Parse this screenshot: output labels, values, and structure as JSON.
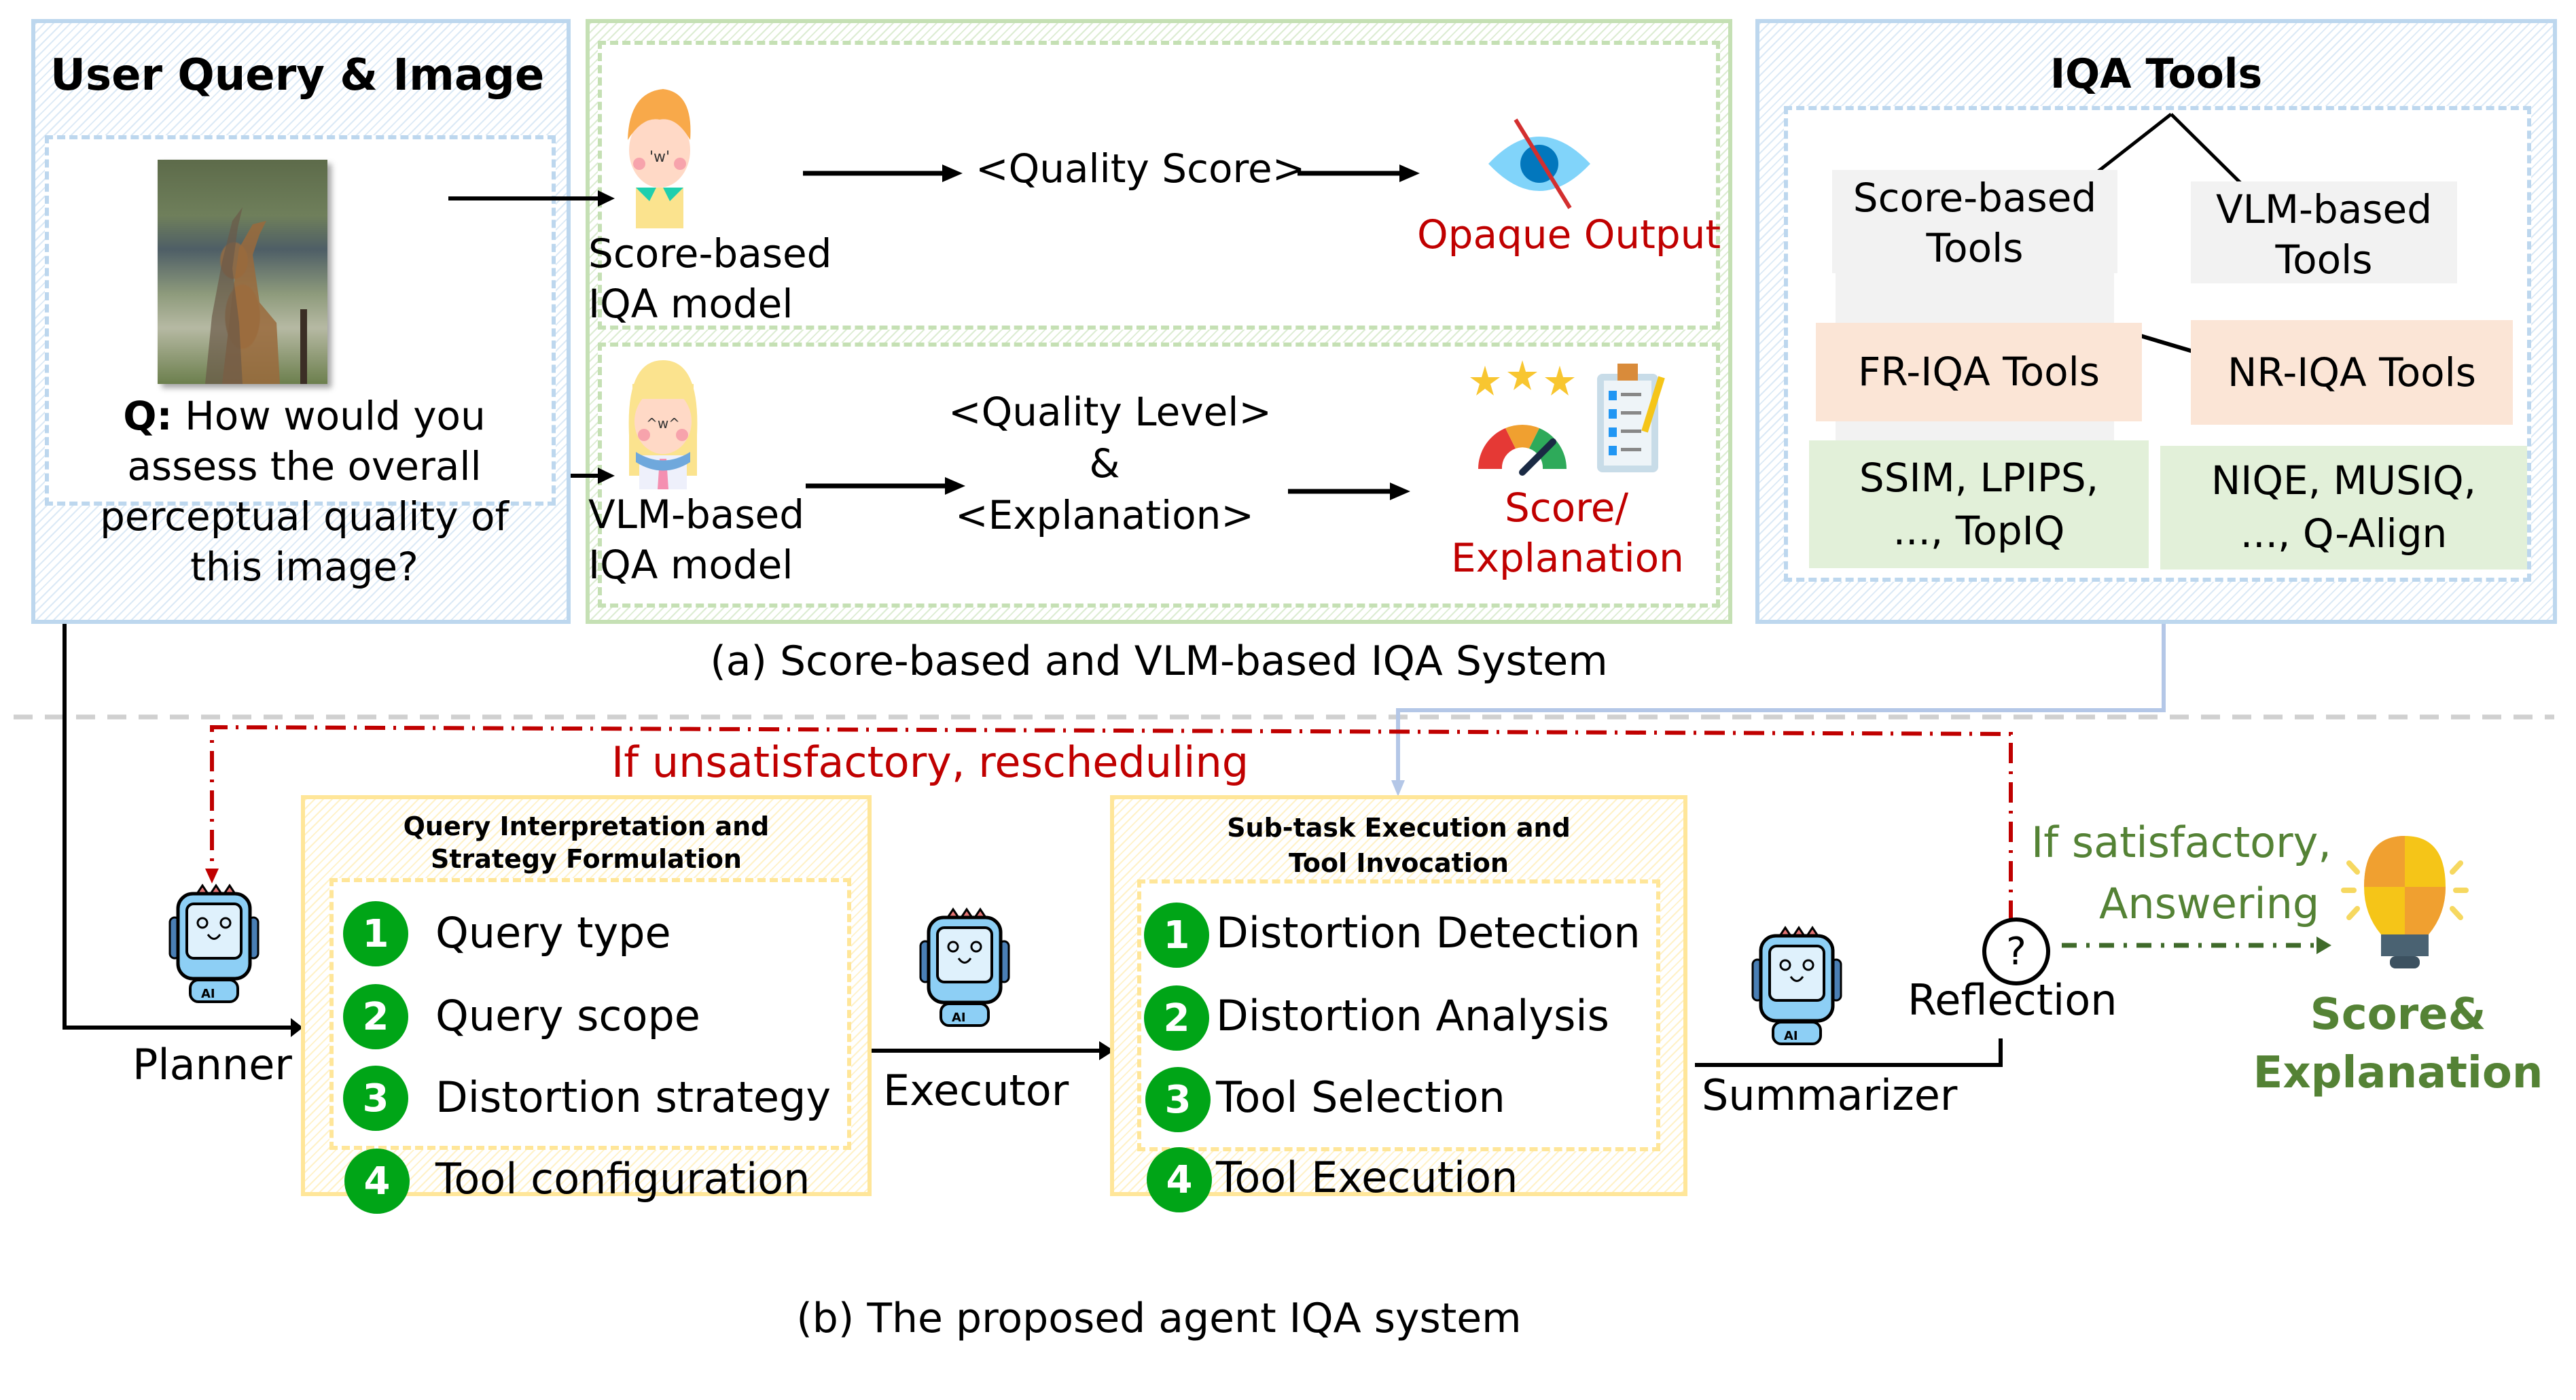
{
  "user_panel": {
    "title": "User Query & Image",
    "image_label": "giraffe-photo",
    "question_prefix": "Q:",
    "question_lines": [
      "How would you",
      "assess the overall",
      "perceptual quality of",
      "this image?"
    ]
  },
  "section_a": {
    "score_model": {
      "label_lines": [
        "Score-based",
        "IQA model"
      ],
      "output_tag": "<Quality Score>",
      "result": "Opaque Output"
    },
    "vlm_model": {
      "label_lines": [
        "VLM-based",
        "IQA model"
      ],
      "output_lines": [
        "<Quality Level>",
        "&",
        "<Explanation>"
      ],
      "result_lines": [
        "Score/",
        "Explanation"
      ]
    },
    "caption": "(a) Score-based and VLM-based IQA System"
  },
  "iqa_tools": {
    "title": "IQA Tools",
    "score_based": [
      "Score-based",
      "Tools"
    ],
    "vlm_based": [
      "VLM-based",
      "Tools"
    ],
    "fr": "FR-IQA Tools",
    "nr": "NR-IQA Tools",
    "fr_examples": [
      "SSIM, LPIPS,",
      "..., TopIQ"
    ],
    "nr_examples": [
      "NIQE, MUSIQ,",
      "..., Q-Align"
    ]
  },
  "section_b": {
    "reschedule_label": "If unsatisfactory, rescheduling",
    "planner": {
      "label": "Planner",
      "box_title_lines": [
        "Query Interpretation and",
        "Strategy Formulation"
      ],
      "steps": [
        {
          "num": "1",
          "label": "Query type"
        },
        {
          "num": "2",
          "label": "Query scope"
        },
        {
          "num": "3",
          "label": "Distortion strategy"
        },
        {
          "num": "4",
          "label": "Tool configuration"
        }
      ]
    },
    "executor": {
      "label": "Executor",
      "box_title_lines": [
        "Sub-task Execution and",
        "Tool Invocation"
      ],
      "steps": [
        {
          "num": "1",
          "label": "Distortion Detection"
        },
        {
          "num": "2",
          "label": "Distortion Analysis"
        },
        {
          "num": "3",
          "label": "Tool Selection"
        },
        {
          "num": "4",
          "label": "Tool Execution"
        }
      ]
    },
    "summarizer": {
      "label": "Summarizer"
    },
    "reflection": {
      "label": "Reflection",
      "symbol": "?"
    },
    "satisfied_lines": [
      "If satisfactory,",
      "Answering"
    ],
    "final_lines": [
      "Score&",
      "Explanation"
    ],
    "caption": "(b) The proposed agent IQA system"
  },
  "colors": {
    "panel_blue": "#bdd7ee",
    "panel_green": "#c5e0b4",
    "panel_yellow": "#ffe699",
    "badge_green": "#00a517",
    "alert_red": "#c00000",
    "answer_green": "#548235"
  }
}
